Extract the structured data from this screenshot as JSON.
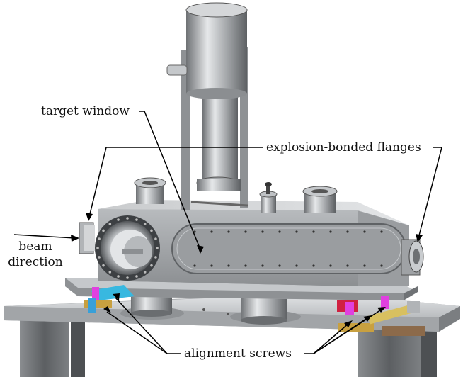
{
  "labels": {
    "target_window": "target window",
    "explosion_bonded_flanges": "explosion-bonded flanges",
    "beam_line1": "beam",
    "beam_line2": "direction",
    "alignment_screws": "alignment screws"
  },
  "colors": {
    "steel_light": "#d9dbdd",
    "steel_mid": "#a9acaf",
    "steel_dark": "#6b6e71",
    "accent_magenta": "#e040e0",
    "accent_cyan": "#38b8e0",
    "accent_gold": "#c8a040",
    "accent_red": "#d02040"
  }
}
